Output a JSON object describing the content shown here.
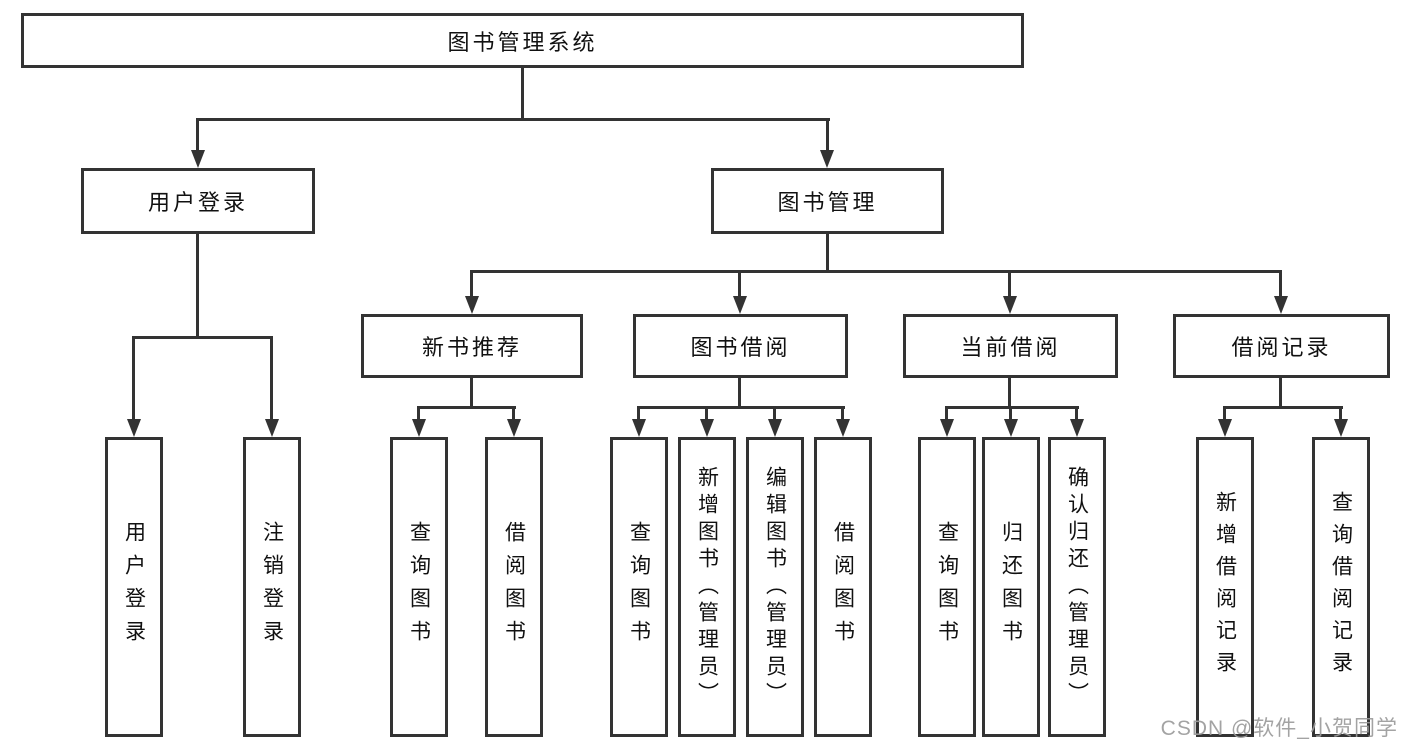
{
  "diagram": {
    "root": {
      "label": "图书管理系统"
    },
    "level2": {
      "user_login": {
        "label": "用户登录"
      },
      "book_mgmt": {
        "label": "图书管理"
      }
    },
    "level3": {
      "new_book_rec": {
        "label": "新书推荐"
      },
      "book_borrow": {
        "label": "图书借阅"
      },
      "current_borrow": {
        "label": "当前借阅"
      },
      "borrow_records": {
        "label": "借阅记录"
      }
    },
    "leaves": {
      "user_login": {
        "label": "用户登录"
      },
      "logout": {
        "label": "注销登录"
      },
      "query_books_rec": {
        "label": "查询图书"
      },
      "borrow_books_rec": {
        "label": "借阅图书"
      },
      "query_books_borrow": {
        "label": "查询图书"
      },
      "add_books_admin": {
        "label": "新增图书（管理员）"
      },
      "edit_books_admin": {
        "label": "编辑图书（管理员）"
      },
      "borrow_books_borrow": {
        "label": "借阅图书"
      },
      "query_books_current": {
        "label": "查询图书"
      },
      "return_books": {
        "label": "归还图书"
      },
      "confirm_return_admin": {
        "label": "确认归还（管理员）"
      },
      "add_borrow_record": {
        "label": "新增借阅记录"
      },
      "query_borrow_record": {
        "label": "查询借阅记录"
      }
    },
    "colors": {
      "line": "#333333",
      "box_border": "#333333",
      "box_fill": "#ffffff",
      "text": "#111111",
      "watermark": "#9c9c9c"
    }
  },
  "watermark": {
    "text": "CSDN @软件_小贺同学"
  }
}
